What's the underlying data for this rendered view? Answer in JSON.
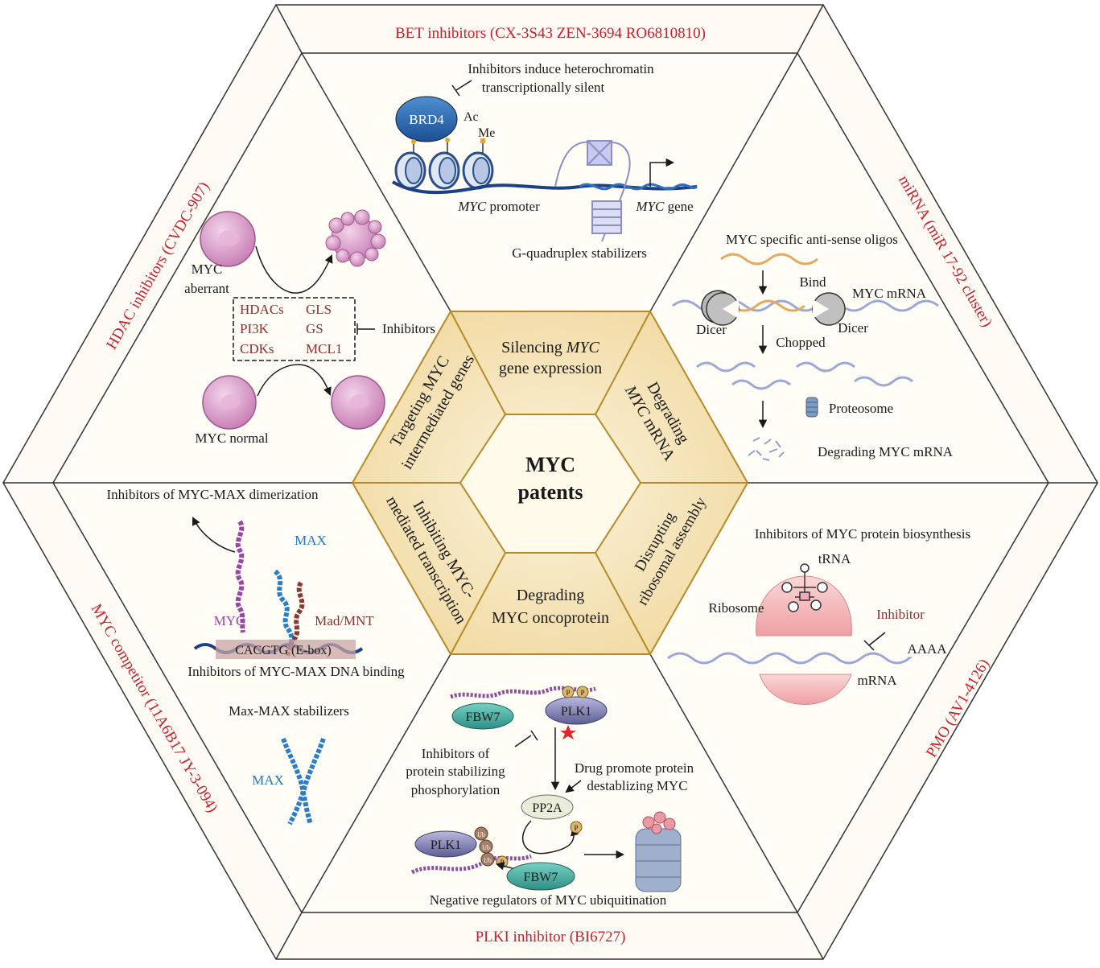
{
  "center": {
    "line1": "MYC",
    "line2": "patents"
  },
  "inner_segments": {
    "top": {
      "pre": "Silencing ",
      "italic": "MYC",
      "line2": "gene expression"
    },
    "upper_right": {
      "line1": "Degrading",
      "line2_italic": "MYC",
      "line2_rest": " mRNA"
    },
    "lower_right": {
      "line1": "Disrupting",
      "line2": "ribosomal assembly"
    },
    "bottom": {
      "line1": "Degrading",
      "line2": "MYC oncoprotein"
    },
    "lower_left": {
      "line1": "Inhibiting MYC-",
      "line2": "mediated transcription"
    },
    "upper_left": {
      "line1": "Targeting MYC",
      "line2": "intermediated genes"
    }
  },
  "outer_labels": {
    "top": "BET inhibitors (CX-3S43  ZEN-3694  RO6810810)",
    "upper_right": "miRNA (miR 17-92 cluster)",
    "lower_right": "PMO (AV1-4126)",
    "bottom": "PLKI inhibitor (BI6727)",
    "lower_left": "MYC competitor (11A6B17  JY-3-094)",
    "upper_left": "HDAC inhibitors (CVDC-907)"
  },
  "top_panel": {
    "title_line1": "Inhibitors induce heterochromatin",
    "title_line2": "transcriptionally silent",
    "brd4": "BRD4",
    "ac": "Ac",
    "me": "Me",
    "promoter_italic": "MYC",
    "promoter_rest": " promoter",
    "gene_italic": "MYC",
    "gene_rest": " gene",
    "gq": "G-quadruplex stabilizers"
  },
  "upper_right_panel": {
    "title": "MYC specific anti-sense oligos",
    "bind": "Bind",
    "mrna": "MYC mRNA",
    "dicer_left": "Dicer",
    "dicer_right": "Dicer",
    "chopped": "Chopped",
    "proteosome": "Proteosome",
    "degrading": "Degrading MYC mRNA"
  },
  "lower_right_panel": {
    "title": "Inhibitors of MYC protein biosynthesis",
    "trna": "tRNA",
    "ribosome": "Ribosome",
    "inhibitor": "Inhibitor",
    "aaaa": "AAAA",
    "mrna": "mRNA"
  },
  "bottom_panel": {
    "fbw7_top": "FBW7",
    "plk1_top": "PLK1",
    "p": "P",
    "inhib_line1": "Inhibitors of",
    "inhib_line2": "protein stabilizing",
    "inhib_line3": "phosphorylation",
    "drug_line1": "Drug promote protein",
    "drug_line2": "destablizing MYC",
    "pp2a": "PP2A",
    "plk1_bottom": "PLK1",
    "fbw7_bottom": "FBW7",
    "ub": "Ub",
    "negative": "Negative regulators of MYC ubiquitination"
  },
  "lower_left_panel": {
    "title": "Inhibitors of MYC-MAX dimerization",
    "max": "MAX",
    "myc": "MYC",
    "mad": "Mad/MNT",
    "ebox": "CACGTG  (E-box)",
    "dna_binding": "Inhibitors of MYC-MAX DNA binding",
    "stabilizers": "Max-MAX stabilizers",
    "max2": "MAX"
  },
  "upper_left_panel": {
    "myc_aberrant_1": "MYC",
    "myc_aberrant_2": "aberrant",
    "hdacs": "HDACs",
    "gls": "GLS",
    "pi3k": "PI3K",
    "gs": "GS",
    "cdks": "CDKs",
    "mcl1": "MCL1",
    "inhibitors": "Inhibitors",
    "myc_normal": "MYC normal"
  }
}
